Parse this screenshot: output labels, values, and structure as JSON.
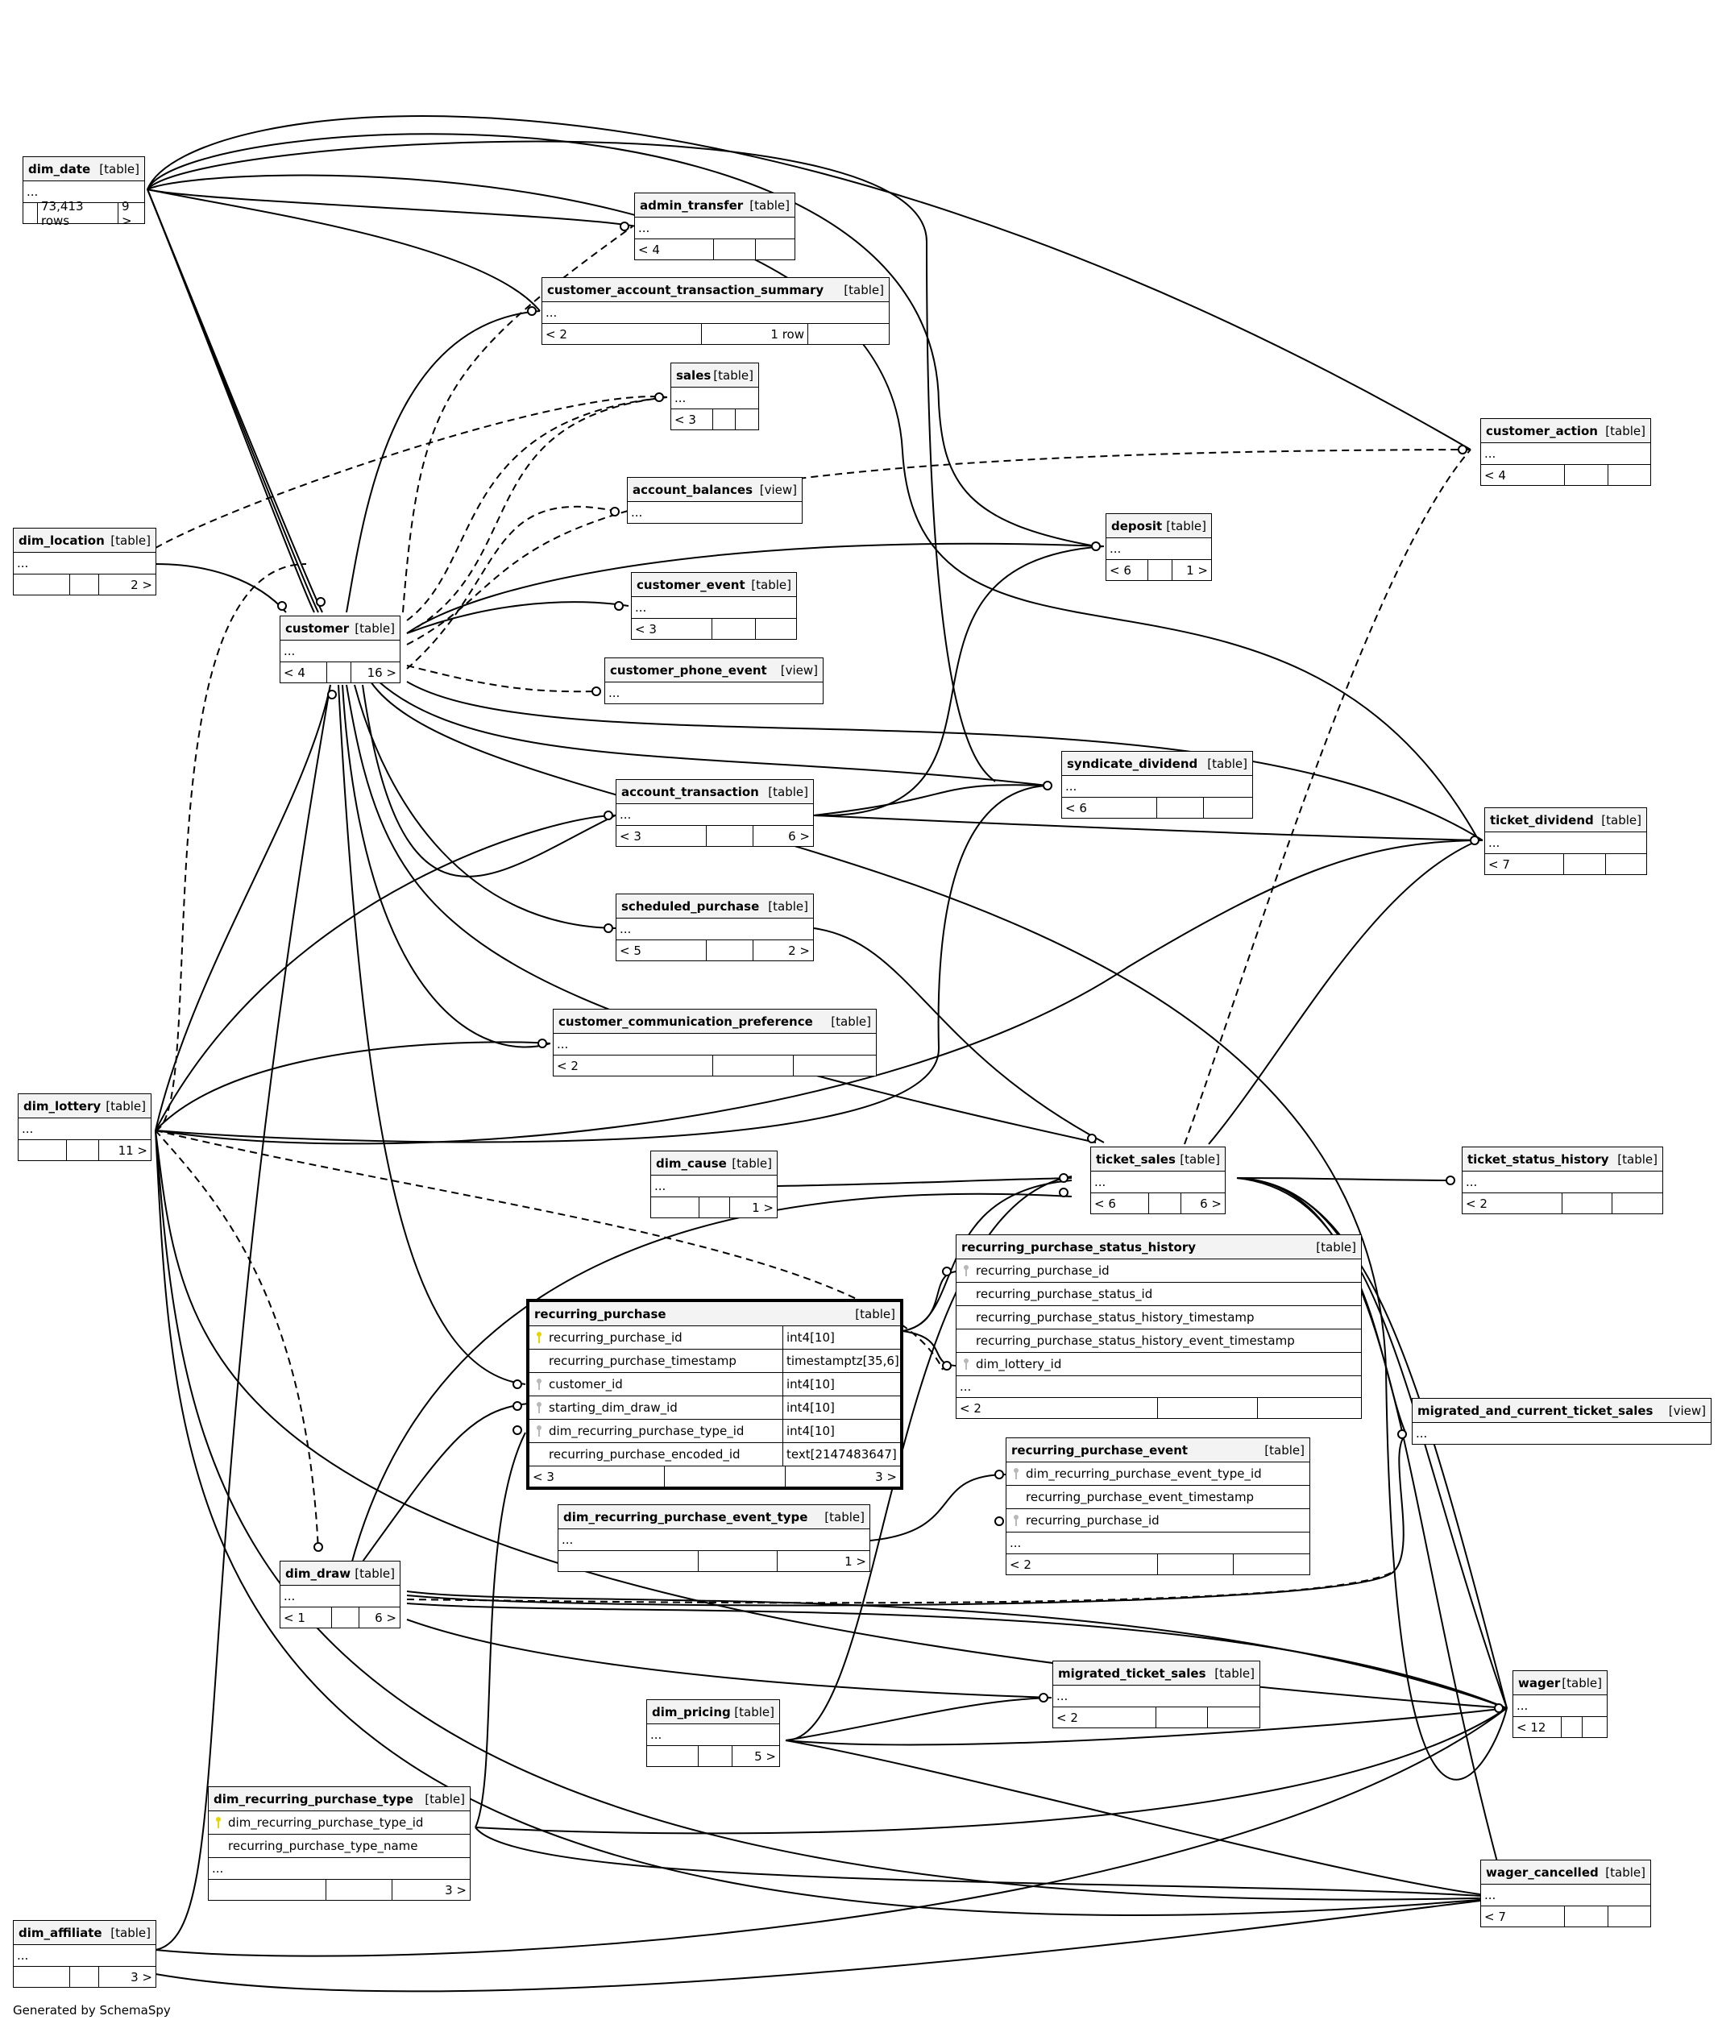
{
  "footer": "Generated by SchemaSpy",
  "tables": {
    "dim_date": {
      "name": "dim_date",
      "kind": "[table]",
      "ell": "...",
      "foot": [
        "",
        "73,413 rows",
        "9 >"
      ]
    },
    "admin_transfer": {
      "name": "admin_transfer",
      "kind": "[table]",
      "ell": "...",
      "foot": [
        "< 4",
        "",
        ""
      ]
    },
    "cats": {
      "name": "customer_account_transaction_summary",
      "kind": "[table]",
      "ell": "...",
      "foot": [
        "< 2",
        "1 row",
        ""
      ]
    },
    "sales": {
      "name": "sales",
      "kind": "[table]",
      "ell": "...",
      "foot": [
        "< 3",
        "",
        ""
      ]
    },
    "customer_action": {
      "name": "customer_action",
      "kind": "[table]",
      "ell": "...",
      "foot": [
        "< 4",
        "",
        ""
      ]
    },
    "account_balances": {
      "name": "account_balances",
      "kind": "[view]",
      "ell": "..."
    },
    "dim_location": {
      "name": "dim_location",
      "kind": "[table]",
      "ell": "...",
      "foot": [
        "",
        "",
        "2 >"
      ]
    },
    "deposit": {
      "name": "deposit",
      "kind": "[table]",
      "ell": "...",
      "foot": [
        "< 6",
        "",
        "1 >"
      ]
    },
    "customer_event": {
      "name": "customer_event",
      "kind": "[table]",
      "ell": "...",
      "foot": [
        "< 3",
        "",
        ""
      ]
    },
    "customer": {
      "name": "customer",
      "kind": "[table]",
      "ell": "...",
      "foot": [
        "< 4",
        "",
        "16 >"
      ]
    },
    "customer_phone_event": {
      "name": "customer_phone_event",
      "kind": "[view]",
      "ell": "..."
    },
    "syndicate_dividend": {
      "name": "syndicate_dividend",
      "kind": "[table]",
      "ell": "...",
      "foot": [
        "< 6",
        "",
        ""
      ]
    },
    "account_transaction": {
      "name": "account_transaction",
      "kind": "[table]",
      "ell": "...",
      "foot": [
        "< 3",
        "",
        "6 >"
      ]
    },
    "ticket_dividend": {
      "name": "ticket_dividend",
      "kind": "[table]",
      "ell": "...",
      "foot": [
        "< 7",
        "",
        ""
      ]
    },
    "scheduled_purchase": {
      "name": "scheduled_purchase",
      "kind": "[table]",
      "ell": "...",
      "foot": [
        "< 5",
        "",
        "2 >"
      ]
    },
    "ccp": {
      "name": "customer_communication_preference",
      "kind": "[table]",
      "ell": "...",
      "foot": [
        "< 2",
        "",
        ""
      ]
    },
    "dim_lottery": {
      "name": "dim_lottery",
      "kind": "[table]",
      "ell": "...",
      "foot": [
        "",
        "",
        "11 >"
      ]
    },
    "ticket_sales": {
      "name": "ticket_sales",
      "kind": "[table]",
      "ell": "...",
      "foot": [
        "< 6",
        "",
        "6 >"
      ]
    },
    "ticket_status_history": {
      "name": "ticket_status_history",
      "kind": "[table]",
      "ell": "...",
      "foot": [
        "< 2",
        "",
        ""
      ]
    },
    "dim_cause": {
      "name": "dim_cause",
      "kind": "[table]",
      "ell": "...",
      "foot": [
        "",
        "",
        "1 >"
      ]
    },
    "rpsh": {
      "name": "recurring_purchase_status_history",
      "kind": "[table]",
      "ell": "...",
      "cols": [
        {
          "n": "recurring_purchase_id",
          "k": "fk"
        },
        {
          "n": "recurring_purchase_status_id",
          "k": ""
        },
        {
          "n": "recurring_purchase_status_history_timestamp",
          "k": ""
        },
        {
          "n": "recurring_purchase_status_history_event_timestamp",
          "k": ""
        },
        {
          "n": "dim_lottery_id",
          "k": "fk"
        }
      ],
      "foot": [
        "< 2",
        "",
        ""
      ]
    },
    "recurring_purchase": {
      "name": "recurring_purchase",
      "kind": "[table]",
      "cols": [
        {
          "n": "recurring_purchase_id",
          "k": "pk",
          "t": "int4[10]"
        },
        {
          "n": "recurring_purchase_timestamp",
          "k": "",
          "t": "timestamptz[35,6]"
        },
        {
          "n": "customer_id",
          "k": "fk",
          "t": "int4[10]"
        },
        {
          "n": "starting_dim_draw_id",
          "k": "fk",
          "t": "int4[10]"
        },
        {
          "n": "dim_recurring_purchase_type_id",
          "k": "fk",
          "t": "int4[10]"
        },
        {
          "n": "recurring_purchase_encoded_id",
          "k": "",
          "t": "text[2147483647]"
        }
      ],
      "foot": [
        "< 3",
        "",
        "3 >"
      ]
    },
    "mcts": {
      "name": "migrated_and_current_ticket_sales",
      "kind": "[view]",
      "ell": "..."
    },
    "rpe": {
      "name": "recurring_purchase_event",
      "kind": "[table]",
      "ell": "...",
      "cols": [
        {
          "n": "dim_recurring_purchase_event_type_id",
          "k": "fk"
        },
        {
          "n": "recurring_purchase_event_timestamp",
          "k": ""
        },
        {
          "n": "recurring_purchase_id",
          "k": "fk"
        }
      ],
      "foot": [
        "< 2",
        "",
        ""
      ]
    },
    "drpet": {
      "name": "dim_recurring_purchase_event_type",
      "kind": "[table]",
      "ell": "...",
      "foot": [
        "",
        "",
        "1 >"
      ]
    },
    "dim_draw": {
      "name": "dim_draw",
      "kind": "[table]",
      "ell": "...",
      "foot": [
        "< 1",
        "",
        "6 >"
      ]
    },
    "migrated_ticket_sales": {
      "name": "migrated_ticket_sales",
      "kind": "[table]",
      "ell": "...",
      "foot": [
        "< 2",
        "",
        ""
      ]
    },
    "wager": {
      "name": "wager",
      "kind": "[table]",
      "ell": "...",
      "foot": [
        "< 12",
        "",
        ""
      ]
    },
    "dim_pricing": {
      "name": "dim_pricing",
      "kind": "[table]",
      "ell": "...",
      "foot": [
        "",
        "",
        "5 >"
      ]
    },
    "drpt": {
      "name": "dim_recurring_purchase_type",
      "kind": "[table]",
      "ell": "...",
      "cols": [
        {
          "n": "dim_recurring_purchase_type_id",
          "k": "pk"
        },
        {
          "n": "recurring_purchase_type_name",
          "k": ""
        }
      ],
      "foot": [
        "",
        "",
        "3 >"
      ]
    },
    "wager_cancelled": {
      "name": "wager_cancelled",
      "kind": "[table]",
      "ell": "...",
      "foot": [
        "< 7",
        "",
        ""
      ]
    },
    "dim_affiliate": {
      "name": "dim_affiliate",
      "kind": "[table]",
      "ell": "...",
      "foot": [
        "",
        "",
        "3 >"
      ]
    }
  }
}
